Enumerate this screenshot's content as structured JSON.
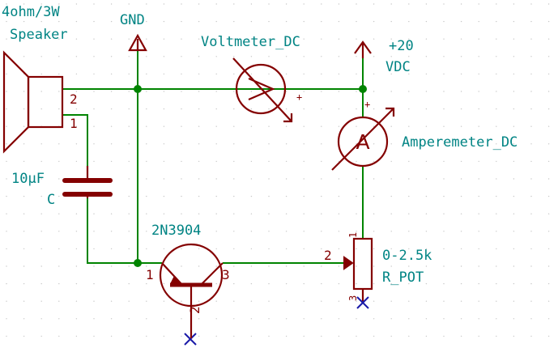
{
  "speaker": {
    "value": "4ohm/3W",
    "ref": "Speaker",
    "pin1": "1",
    "pin2": "2"
  },
  "gnd": {
    "label": "GND"
  },
  "voltmeter": {
    "ref": "Voltmeter_DC",
    "plus": "+"
  },
  "supply": {
    "line1": "+20",
    "line2": "VDC"
  },
  "ammeter": {
    "ref": "Amperemeter_DC",
    "symbol": "A",
    "plus": "+"
  },
  "capacitor": {
    "value": "10µF",
    "ref": "C"
  },
  "transistor": {
    "value": "2N3904",
    "pin1": "1",
    "pin2": "2",
    "pin3": "3"
  },
  "potentiometer": {
    "value": "0-2.5k",
    "ref": "R_POT",
    "pin1": "1",
    "pin2": "2",
    "pin3": "3"
  },
  "colors": {
    "symbol": "#840000",
    "wire": "#008400",
    "label": "#008484",
    "no_connect": "#1a1aa8",
    "grid": "#c8c8c8"
  }
}
